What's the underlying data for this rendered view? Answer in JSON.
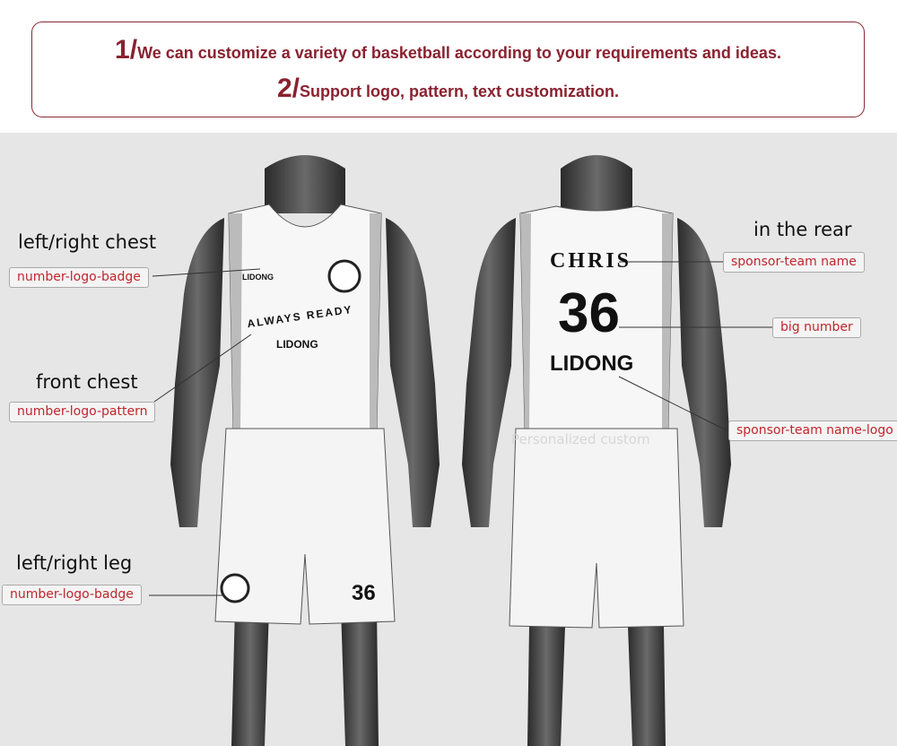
{
  "banner": {
    "line1_num": "1/",
    "line1_text": "We can customize a variety of basketball according to your requirements and ideas.",
    "line2_num": "2/",
    "line2_text": "Support logo, pattern, text customization."
  },
  "front": {
    "chest_caption": "left/right chest",
    "chest_tag": "number-logo-badge",
    "front_caption": "front chest",
    "front_tag": "number-logo-pattern",
    "leg_caption": "left/right leg",
    "leg_tag": "number-logo-badge",
    "brand_logo": "LIDONG",
    "arc_text": "ALWAYS READY",
    "chest_text": "LIDONG",
    "shorts_number": "36"
  },
  "back": {
    "rear_caption": "in the rear",
    "rear_tag": "sponsor-team name",
    "big_number_tag": "big number",
    "logo_tag": "sponsor-team name-logo",
    "name": "CHRIS",
    "number": "36",
    "team": "LIDONG",
    "watermark": "Personalized custom"
  },
  "colors": {
    "accent": "#8a2230",
    "tag_text": "#c0262d",
    "background": "#e6e6e6"
  }
}
